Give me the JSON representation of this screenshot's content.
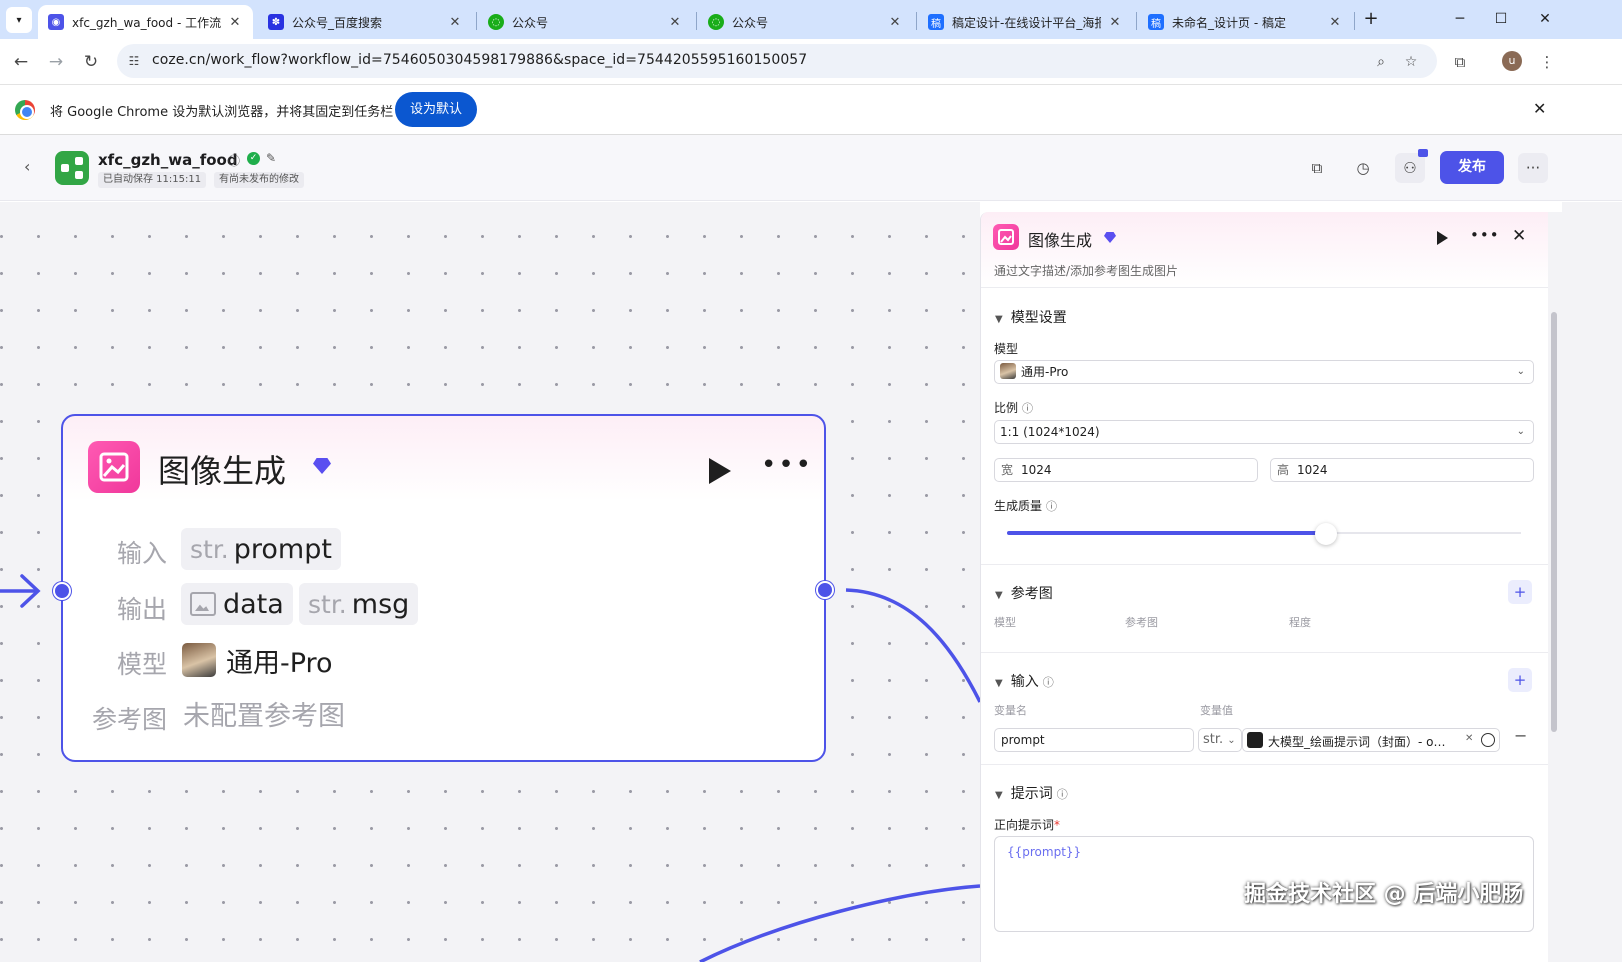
{
  "browser": {
    "tabs": [
      {
        "title": "xfc_gzh_wa_food - 工作流 - ",
        "active": true
      },
      {
        "title": "公众号_百度搜索",
        "active": false
      },
      {
        "title": "公众号",
        "active": false
      },
      {
        "title": "公众号",
        "active": false
      },
      {
        "title": "稿定设计-在线设计平台_海报",
        "active": false
      },
      {
        "title": "未命名_设计页 - 稿定",
        "active": false
      }
    ],
    "url": "coze.cn/work_flow?workflow_id=7546050304598179886&space_id=7544205595160150057",
    "profile_initial": "u"
  },
  "infobar": {
    "message": "将 Google Chrome 设为默认浏览器，并将其固定到任务栏",
    "button": "设为默认"
  },
  "app": {
    "workflow_name": "xfc_gzh_wa_food",
    "autosave": "已自动保存 11:15:11",
    "unpublished": "有尚未发布的修改",
    "publish": "发布"
  },
  "node": {
    "title": "图像生成",
    "input_label": "输入",
    "input_type": "str.",
    "input_name": "prompt",
    "output_label": "输出",
    "output_1": "data",
    "output_2_type": "str.",
    "output_2": "msg",
    "model_label": "模型",
    "model_value": "通用-Pro",
    "ref_label": "参考图",
    "ref_value": "未配置参考图"
  },
  "panel": {
    "title": "图像生成",
    "description": "通过文字描述/添加参考图生成图片",
    "model_section": "模型设置",
    "model_label": "模型",
    "model_value": "通用-Pro",
    "ratio_label": "比例",
    "ratio_value": "1:1 (1024*1024)",
    "width_prefix": "宽",
    "width_value": "1024",
    "height_prefix": "高",
    "height_value": "1024",
    "quality_label": "生成质量",
    "quality_fraction": 0.62,
    "ref_section": "参考图",
    "ref_col_model": "模型",
    "ref_col_image": "参考图",
    "ref_col_degree": "程度",
    "input_section": "输入",
    "input_col_name": "变量名",
    "input_col_value": "变量值",
    "input_var_name": "prompt",
    "input_var_type": "str.",
    "input_var_value": "大模型_绘画提示词（封面）- o…",
    "prompt_section": "提示词",
    "positive_label": "正向提示词",
    "positive_value": "{{prompt}}"
  },
  "watermark": "掘金技术社区 @ 后端小肥肠",
  "colors": {
    "accent": "#4d53e8",
    "node_icon": "#f0379b",
    "workflow_icon": "#32a645"
  }
}
